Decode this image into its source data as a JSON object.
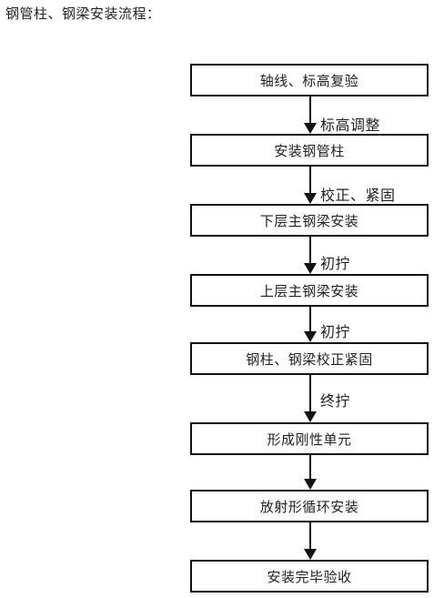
{
  "heading": "钢管柱、钢梁安装流程：",
  "steps": [
    "轴线、标高复验",
    "安装钢管柱",
    "下层主钢梁安装",
    "上层主钢梁安装",
    "钢柱、钢梁校正紧固",
    "形成刚性单元",
    "放射形循环安装",
    "安装完毕验收"
  ],
  "connector_labels": [
    "标高调整",
    "校正、紧固",
    "初拧",
    "初拧",
    "终拧",
    "",
    ""
  ]
}
